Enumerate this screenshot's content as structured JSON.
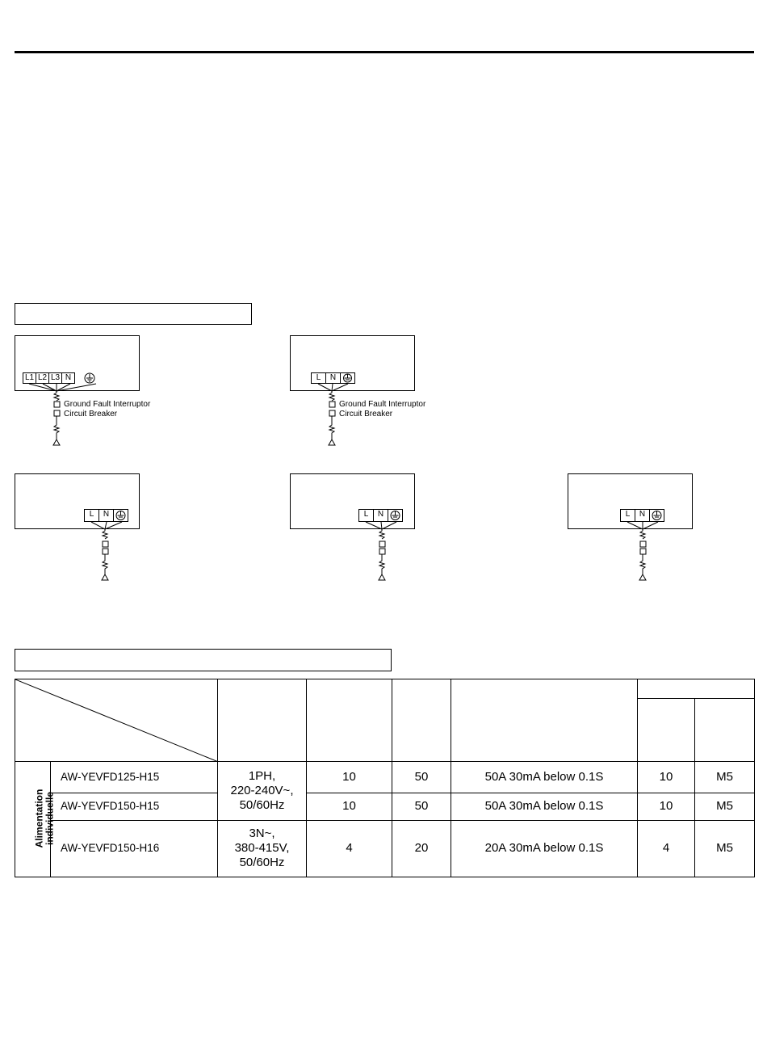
{
  "diagrams": {
    "three_phase_terminals": [
      "L1",
      "L2",
      "L3",
      "N"
    ],
    "single_phase_terminals": [
      "L",
      "N"
    ],
    "labels": {
      "gfi": "Ground Fault Interruptor",
      "breaker": "Circuit Breaker"
    }
  },
  "table": {
    "rows": [
      {
        "model": "AW-YEVFD125-H15",
        "power": "1PH, 220-240V~, 50/60Hz",
        "col1": "10",
        "col2": "50",
        "gfi": "50A 30mA below 0.1S",
        "col4": "10",
        "col5": "M5"
      },
      {
        "model": "AW-YEVFD150-H15",
        "col1": "10",
        "col2": "50",
        "gfi": "50A 30mA below 0.1S",
        "col4": "10",
        "col5": "M5"
      },
      {
        "model": "AW-YEVFD150-H16",
        "power": "3N~, 380-415V, 50/60Hz",
        "col1": "4",
        "col2": "20",
        "gfi": "20A 30mA below 0.1S",
        "col4": "4",
        "col5": "M5"
      }
    ],
    "group_label_line1": "Alimentation",
    "group_label_line2": "individuelle",
    "power_row1_lines": [
      "1PH,",
      "220-240V~,",
      "50/60Hz"
    ],
    "power_row3_lines": [
      "3N~,",
      "380-415V,",
      "50/60Hz"
    ]
  }
}
